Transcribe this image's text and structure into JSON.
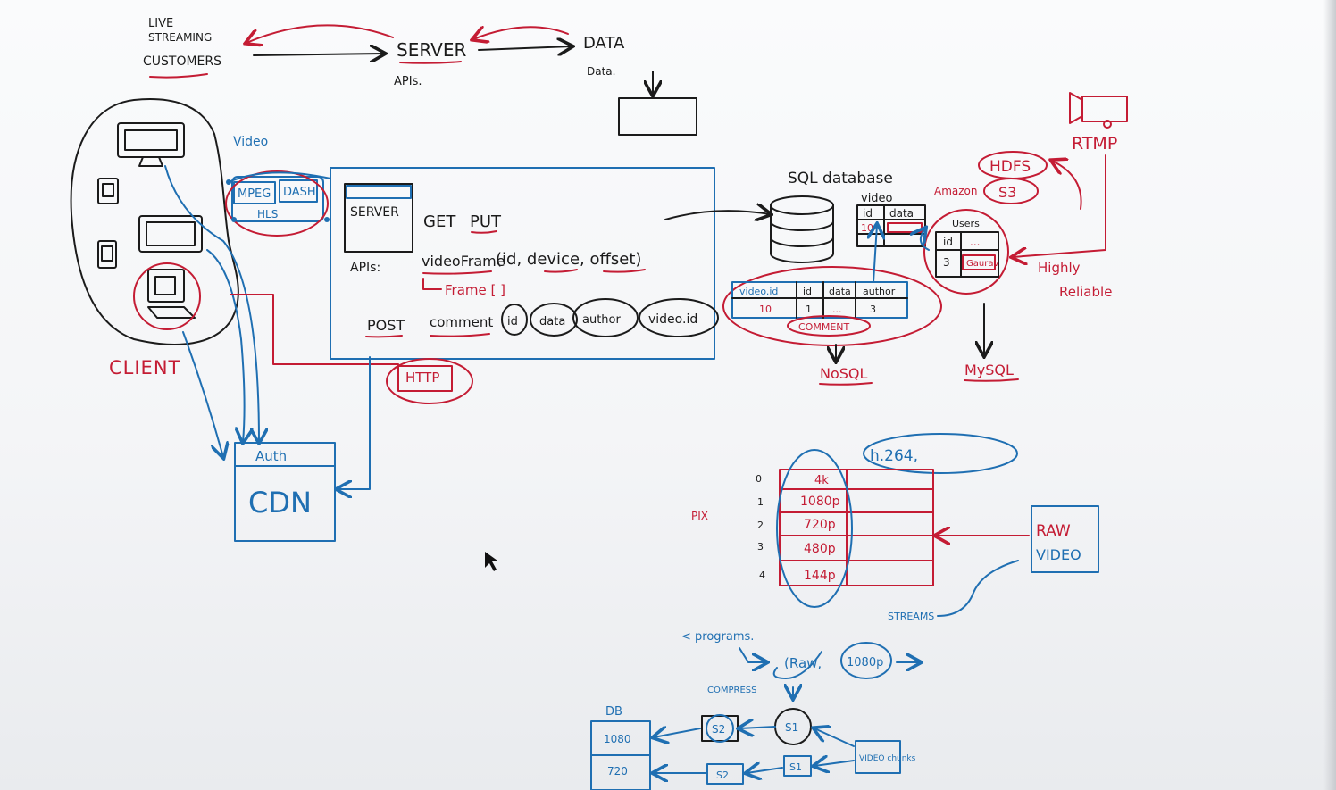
{
  "top_flow": {
    "live": "LIVE",
    "streaming": "STREAMING",
    "customers": "CUSTOMERS",
    "server": "SERVER",
    "apis": "APIs.",
    "data": "DATA",
    "data_sub": "Data."
  },
  "client": {
    "label": "CLIENT",
    "video_label": "Video",
    "mpeg": "MPEG",
    "dash": "DASH",
    "hls": "HLS"
  },
  "server_box": {
    "title": "SERVER",
    "get": "GET",
    "put": "PUT",
    "apis": "APIs:",
    "video_frame": "videoFrame",
    "params": "(id, device, offset)",
    "frame_array": "Frame [ ]",
    "post": "POST",
    "comment": "comment",
    "comment_params": [
      "id",
      "data",
      "author",
      "video.id"
    ],
    "http": "HTTP"
  },
  "cdn": {
    "auth": "Auth",
    "label": "CDN"
  },
  "sql": {
    "title": "SQL database",
    "video": "video",
    "cols": [
      "id",
      "data"
    ],
    "row_id": "10",
    "amazon": "Amazon",
    "s3": "S3",
    "hdfs": "HDFS",
    "rtmp": "RTMP"
  },
  "users_table": {
    "title": "Users",
    "cols": [
      "id",
      "..."
    ],
    "row": [
      "3",
      "Gaurav"
    ],
    "mysql": "MySQL",
    "highly_reliable": [
      "Highly",
      "Reliable"
    ]
  },
  "nosql": {
    "cols": [
      "video.id",
      "id",
      "data",
      "author"
    ],
    "row": [
      "10",
      "1",
      "...",
      "3"
    ],
    "comment": "COMMENT",
    "label": "NoSQL"
  },
  "resolutions": {
    "codec": "h.264,",
    "pixel": "PIX",
    "row_indices": [
      "0",
      "1",
      "2",
      "3",
      "4"
    ],
    "rows": [
      "4k",
      "1080p",
      "720p",
      "480p",
      "144p"
    ],
    "raw": "RAW",
    "video": "VIDEO",
    "streams": "STREAMS"
  },
  "pipeline": {
    "programs": "< programs.",
    "raw": "(Raw,",
    "res": "1080p",
    "compress": "COMPRESS",
    "db": "DB",
    "db_rows": [
      "1080",
      "720"
    ],
    "s1": "S1",
    "s2": "S2",
    "video_chunks": "VIDEO chunks"
  },
  "colors": {
    "ink": "#1b1b1b",
    "blue": "#1f6fb2",
    "red": "#c41c34"
  }
}
